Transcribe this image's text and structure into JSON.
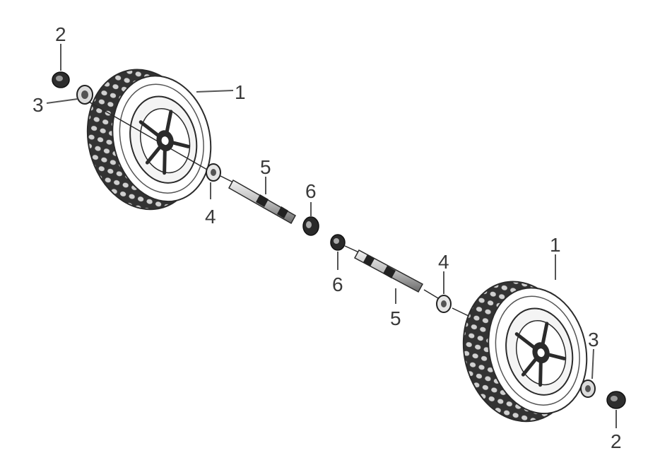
{
  "callouts": {
    "wheel_left": "1",
    "wheel_right": "1",
    "nut_left": "2",
    "nut_right": "2",
    "washer_left": "3",
    "washer_right": "3",
    "spacer_left": "4",
    "spacer_right": "4",
    "axle_left": "5",
    "axle_right": "5",
    "bearing_left": "6",
    "bearing_right": "6"
  },
  "colors": {
    "line": "#2b2b2b",
    "tire_shadow": "#3c3c3c",
    "tread_light": "#cfcfcf",
    "rim": "#ffffff"
  }
}
